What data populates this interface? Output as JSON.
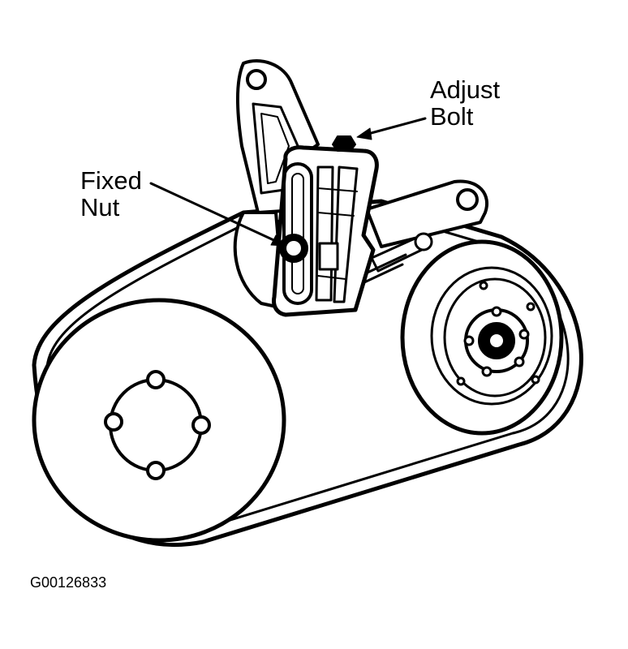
{
  "callouts": {
    "adjust_bolt": [
      "Adjust",
      "Bolt"
    ],
    "fixed_nut": [
      "Fixed",
      "Nut"
    ]
  },
  "figure_code": "G00126833",
  "colors": {
    "ink": "#000000",
    "paper": "#ffffff"
  }
}
